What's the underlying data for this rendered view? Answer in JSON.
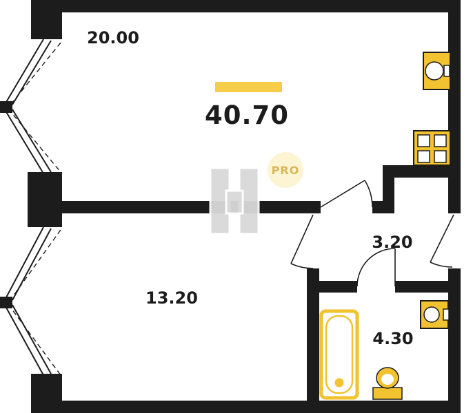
{
  "plan": {
    "total_area": "40.70",
    "watermark_badge": "PRO",
    "rooms": {
      "living_kitchen": {
        "area": "20.00"
      },
      "bedroom": {
        "area": "13.20"
      },
      "hallway": {
        "area": "3.20"
      },
      "bathroom": {
        "area": "4.30"
      }
    },
    "colors": {
      "wall": "#1c1c1c",
      "fixture_yellow": "#f2c230",
      "accent_bar": "#f6cd48",
      "pro_badge_bg": "#fdf4d4",
      "pro_badge_text": "#d9b758",
      "watermark_gray": "#d9d9d9"
    }
  }
}
